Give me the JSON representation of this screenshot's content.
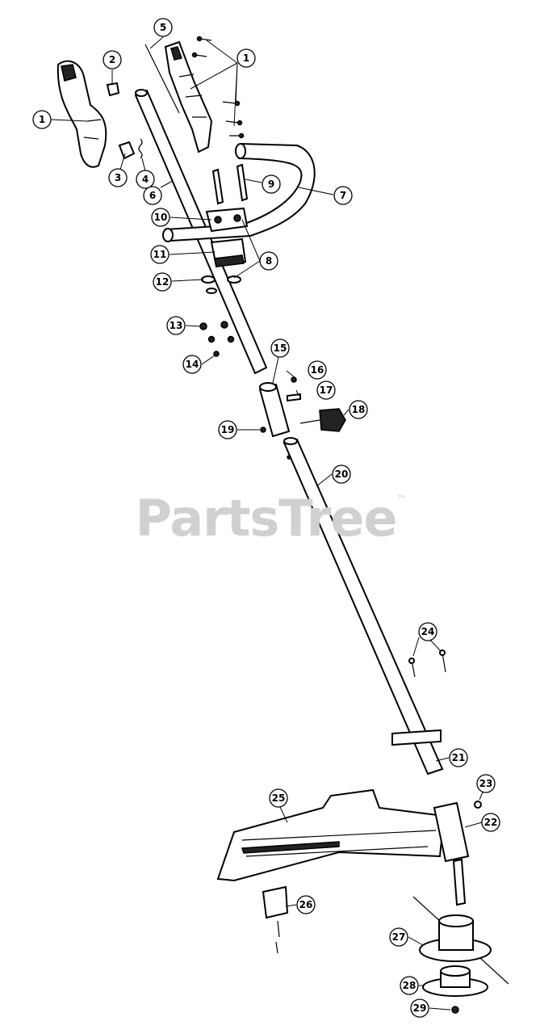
{
  "watermark": {
    "text": "PartsTree",
    "mark": "™"
  },
  "callouts": [
    "1",
    "2",
    "3",
    "4",
    "5",
    "6",
    "7",
    "8",
    "9",
    "10",
    "11",
    "12",
    "13",
    "14",
    "15",
    "16",
    "17",
    "18",
    "19",
    "20",
    "21",
    "22",
    "23",
    "24",
    "25",
    "26",
    "27",
    "28",
    "29"
  ]
}
